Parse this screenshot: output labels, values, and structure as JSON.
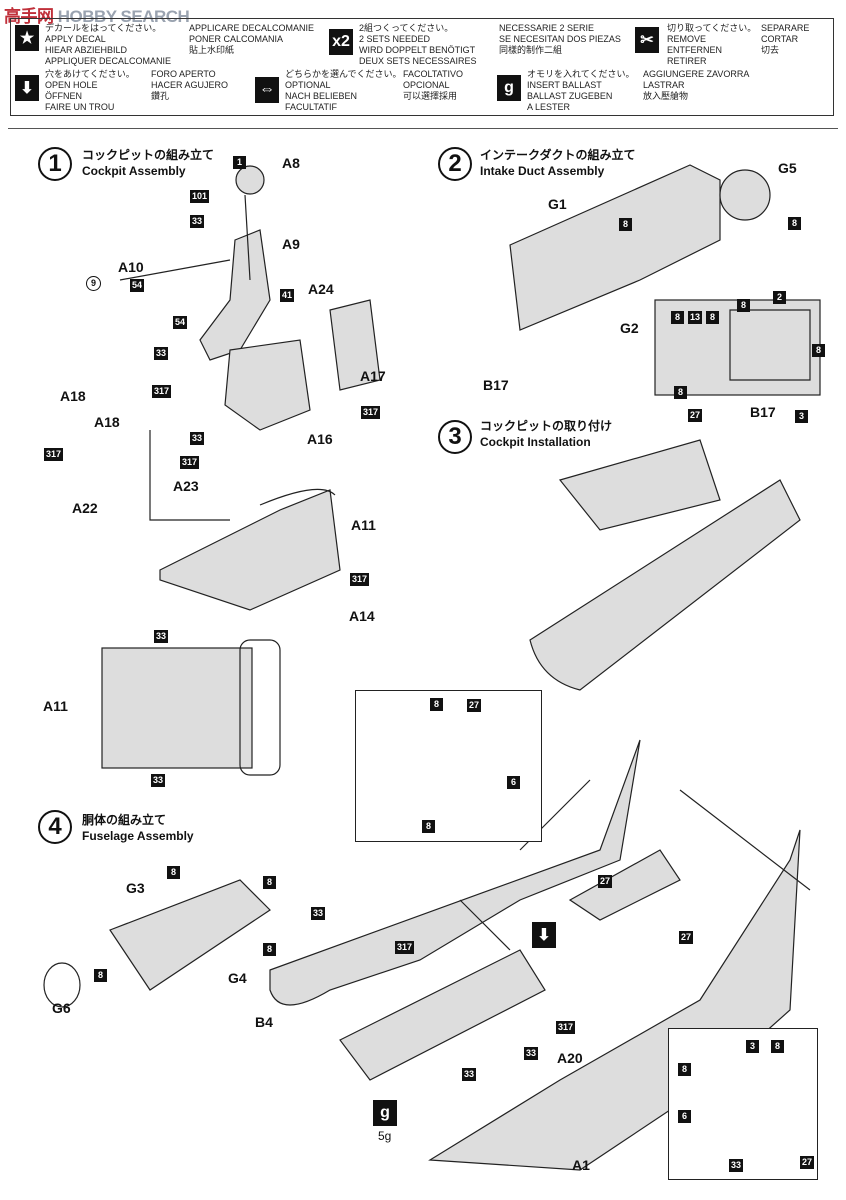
{
  "watermark": {
    "cn": "高手网",
    "text": "HOBBY SEARCH"
  },
  "legend": [
    {
      "icon": "★",
      "lines": [
        "デカールをはってください。",
        "APPLY DECAL",
        "HIEAR ABZIEHBILD",
        "APPLIQUER DECALCOMANIE"
      ],
      "lines2": [
        "APPLICARE DECALCOMANIE",
        "PONER CALCOMANIA",
        "貼上水印紙"
      ]
    },
    {
      "icon": "x2",
      "lines": [
        "2組つくってください。",
        "2 SETS NEEDED",
        "WIRD DOPPELT BENÖTIGT",
        "DEUX SETS NECESSAIRES"
      ],
      "lines2": [
        "NECESSARIE 2 SERIE",
        "SE NECESITAN DOS PIEZAS",
        "同樣的制作二組"
      ]
    },
    {
      "icon": "✂",
      "lines": [
        "切り取ってください。",
        "REMOVE",
        "ENTFERNEN",
        "RETIRER"
      ],
      "lines2": [
        "SEPARARE",
        "CORTAR",
        "切去"
      ]
    },
    {
      "icon": "⬇",
      "lines": [
        "穴をあけてください。",
        "OPEN HOLE",
        "ÖFFNEN",
        "FAIRE UN TROU"
      ],
      "lines2": [
        "FORO APERTO",
        "HACER AGUJERO",
        "鑽孔"
      ]
    },
    {
      "icon": "⇔",
      "lines": [
        "どちらかを選んでください。",
        "OPTIONAL",
        "NACH BELIEBEN",
        "FACULTATIF"
      ],
      "lines2": [
        "FACOLTATIVO",
        "OPCIONAL",
        "可以選擇採用"
      ]
    },
    {
      "icon": "g",
      "lines": [
        "オモリを入れてください。",
        "INSERT BALLAST",
        "BALLAST ZUGEBEN",
        "A LESTER"
      ],
      "lines2": [
        "AGGIUNGERE ZAVORRA",
        "LASTRAR",
        "放入壓艙物"
      ]
    }
  ],
  "steps": [
    {
      "num": "1",
      "jp": "コックピットの組み立て",
      "en": "Cockpit Assembly"
    },
    {
      "num": "2",
      "jp": "インテークダクトの組み立て",
      "en": "Intake Duct Assembly"
    },
    {
      "num": "3",
      "jp": "コックピットの取り付け",
      "en": "Cockpit Installation"
    },
    {
      "num": "4",
      "jp": "胴体の組み立て",
      "en": "Fuselage Assembly"
    }
  ],
  "parts": [
    "A8",
    "A9",
    "A10",
    "A24",
    "A18",
    "A17",
    "A16",
    "A18",
    "A23",
    "A22",
    "A11",
    "A14",
    "A11",
    "G5",
    "G1",
    "G2",
    "B17",
    "B17",
    "G3",
    "G4",
    "G6",
    "B4",
    "A20",
    "A1"
  ],
  "callouts": [
    "1",
    "101",
    "33",
    "54",
    "41",
    "54",
    "33",
    "317",
    "33",
    "317",
    "317",
    "317",
    "317",
    "33",
    "33",
    "9",
    "8",
    "8",
    "8",
    "13",
    "8",
    "8",
    "2",
    "8",
    "8",
    "27",
    "3",
    "8",
    "8",
    "8",
    "8",
    "33",
    "317",
    "33",
    "317",
    "33",
    "8",
    "27",
    "6",
    "8",
    "27",
    "27",
    "3",
    "8",
    "8",
    "6",
    "33",
    "27"
  ],
  "ballast": {
    "icon": "g",
    "weight": "5g"
  }
}
